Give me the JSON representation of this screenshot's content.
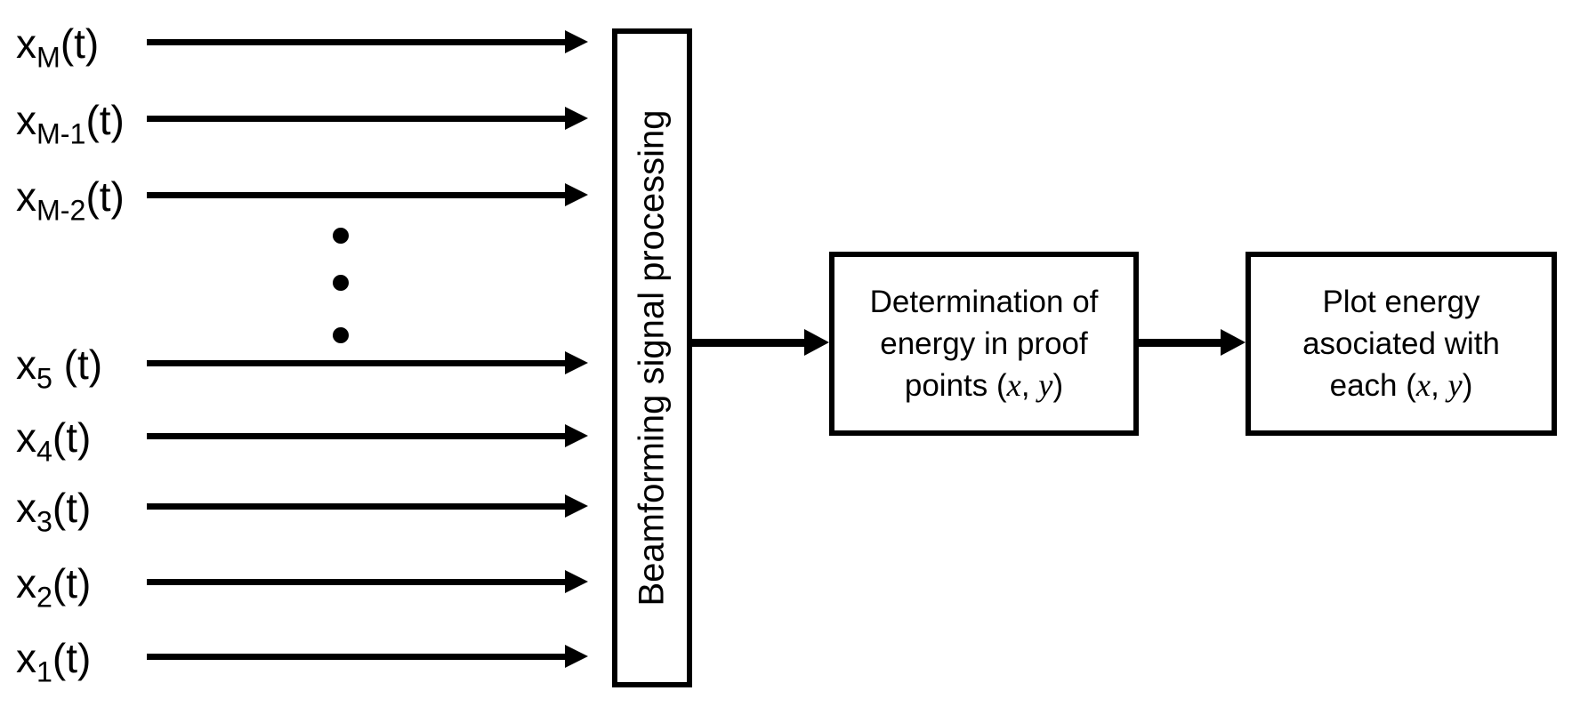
{
  "diagram": {
    "inputs": [
      {
        "base": "x",
        "sub": "M",
        "rest": "(t)"
      },
      {
        "base": "x",
        "sub": "M-1",
        "rest": "(t)"
      },
      {
        "base": "x",
        "sub": "M-2",
        "rest": "(t)"
      },
      {
        "base": "x",
        "sub": "5",
        "rest": " (t)"
      },
      {
        "base": "x",
        "sub": "4",
        "rest": "(t)"
      },
      {
        "base": "x",
        "sub": "3",
        "rest": "(t)"
      },
      {
        "base": "x",
        "sub": "2",
        "rest": "(t)"
      },
      {
        "base": "x",
        "sub": "1",
        "rest": "(t)"
      }
    ],
    "processor": {
      "label": "Beamforming signal processing"
    },
    "determination": {
      "line1": "Determination of",
      "line2": "energy in proof",
      "line3_prefix": "points"
    },
    "plot": {
      "line1": "Plot energy",
      "line2": "asociated with",
      "line3_prefix": "each"
    },
    "math": {
      "open": "(",
      "x": "x",
      "comma": ", ",
      "y": "y",
      "close": ")"
    },
    "colors": {
      "ink": "#000000",
      "background": "#ffffff"
    }
  }
}
